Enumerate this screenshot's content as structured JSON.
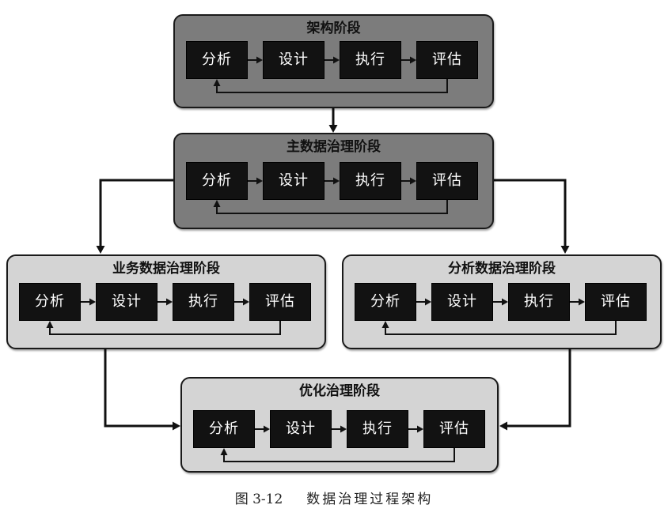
{
  "stages": [
    {
      "title": "架构阶段",
      "steps": [
        "分析",
        "设计",
        "执行",
        "评估"
      ],
      "fill": "#7c7c7c"
    },
    {
      "title": "主数据治理阶段",
      "steps": [
        "分析",
        "设计",
        "执行",
        "评估"
      ],
      "fill": "#7c7c7c"
    },
    {
      "title": "业务数据治理阶段",
      "steps": [
        "分析",
        "设计",
        "执行",
        "评估"
      ],
      "fill": "#d4d4d4"
    },
    {
      "title": "分析数据治理阶段",
      "steps": [
        "分析",
        "设计",
        "执行",
        "评估"
      ],
      "fill": "#d4d4d4"
    },
    {
      "title": "优化治理阶段",
      "steps": [
        "分析",
        "设计",
        "执行",
        "评估"
      ],
      "fill": "#d4d4d4"
    }
  ],
  "caption": {
    "label": "图 3-12",
    "text": "数据治理过程架构"
  },
  "colors": {
    "step_box": "#121212",
    "step_text": "#ffffff",
    "connector": "#111111"
  }
}
